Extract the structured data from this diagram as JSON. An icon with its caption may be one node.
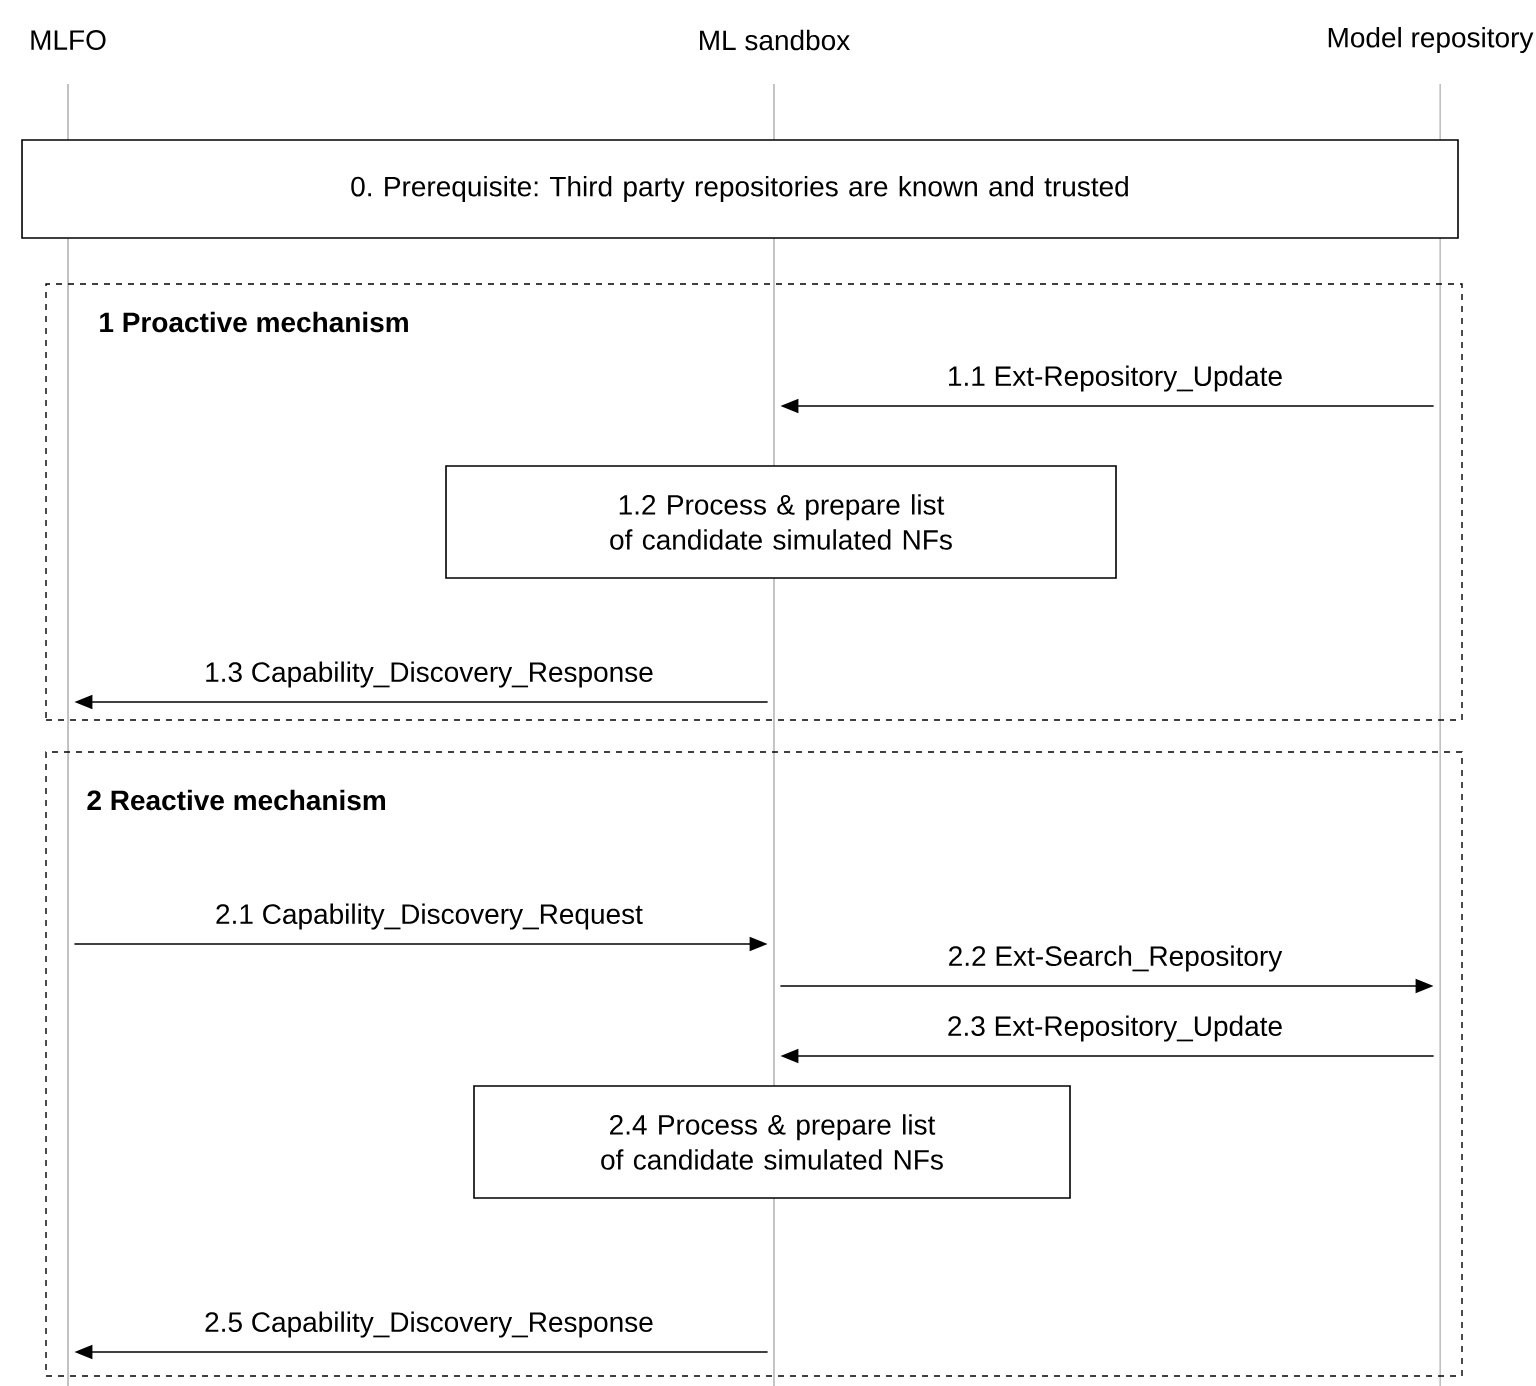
{
  "diagram": {
    "nodes": [
      {
        "text": [
          "MLFO"
        ]
      },
      {
        "text": [
          "ML sandbox"
        ]
      },
      {
        "text": [
          "Model repository"
        ]
      },
      {
        "text": [
          "0. Prerequisite: Third party repositories are known and trusted"
        ]
      },
      {
        "text": [
          "1 Proactive mechanism"
        ]
      },
      {
        "text": [
          "1.2 Process & prepare list of candidate simulated NFs"
        ],
        "in": 4
      },
      {
        "text": [
          "2 Reactive mechanism"
        ]
      },
      {
        "text": [
          "2.4 Process & prepare list of candidate simulated NFs"
        ],
        "in": 6
      }
    ],
    "edges": [
      {
        "from": 2,
        "to": 1,
        "arrow": "to",
        "label": "1.1 Ext-Repository_Update"
      },
      {
        "from": 1,
        "to": 0,
        "arrow": "to",
        "label": "1.3 Capability_Discovery_Response"
      },
      {
        "from": 0,
        "to": 1,
        "arrow": "to",
        "label": "2.1 Capability_Discovery_Request"
      },
      {
        "from": 1,
        "to": 2,
        "arrow": "to",
        "label": "2.2 Ext-Search_Repository"
      },
      {
        "from": 2,
        "to": 1,
        "arrow": "to",
        "label": "2.3 Ext-Repository_Update"
      },
      {
        "from": 1,
        "to": 0,
        "arrow": "to",
        "label": "2.5 Capability_Discovery_Response"
      }
    ]
  }
}
